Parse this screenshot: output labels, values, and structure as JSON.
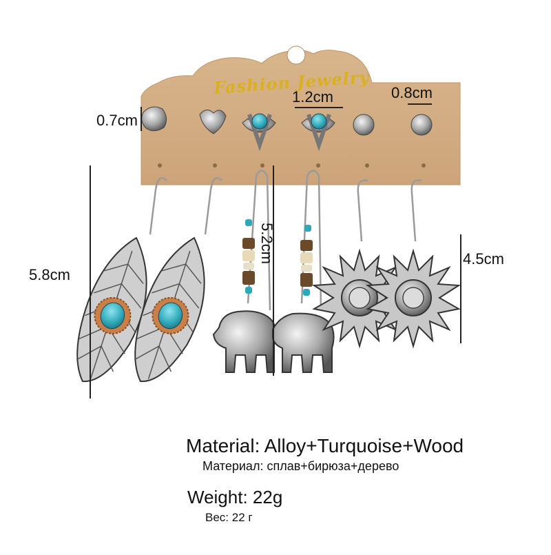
{
  "card": {
    "brand_text": "Fashion Jewelry",
    "card_color": "#d2ad84",
    "hole_color": "#ffffff"
  },
  "dimensions": {
    "stud_small": "0.7cm",
    "stud_crescent": "1.2cm",
    "stud_ball": "0.8cm",
    "leaf_drop": "5.8cm",
    "hoop_drop": "5.2cm",
    "sun_drop": "4.5cm"
  },
  "specs": {
    "material_en": "Material: Alloy+Turquoise+Wood",
    "material_ru": "Материал: сплав+бирюза+дерево",
    "weight_en": "Weight: 22g",
    "weight_ru": "Вес: 22 г"
  },
  "colors": {
    "silver": "#b9b9b9",
    "turquoise": "#3fb8c8",
    "bead_orange": "#c87a3a"
  },
  "items": [
    "nugget-stud",
    "heart-stud",
    "crescent-turquoise-stud",
    "crescent-turquoise-stud",
    "ball-stud",
    "ball-stud",
    "leaf-turquoise-earring",
    "leaf-turquoise-earring",
    "elephant-hoop-earring",
    "elephant-hoop-earring",
    "sun-earring",
    "sun-earring"
  ]
}
